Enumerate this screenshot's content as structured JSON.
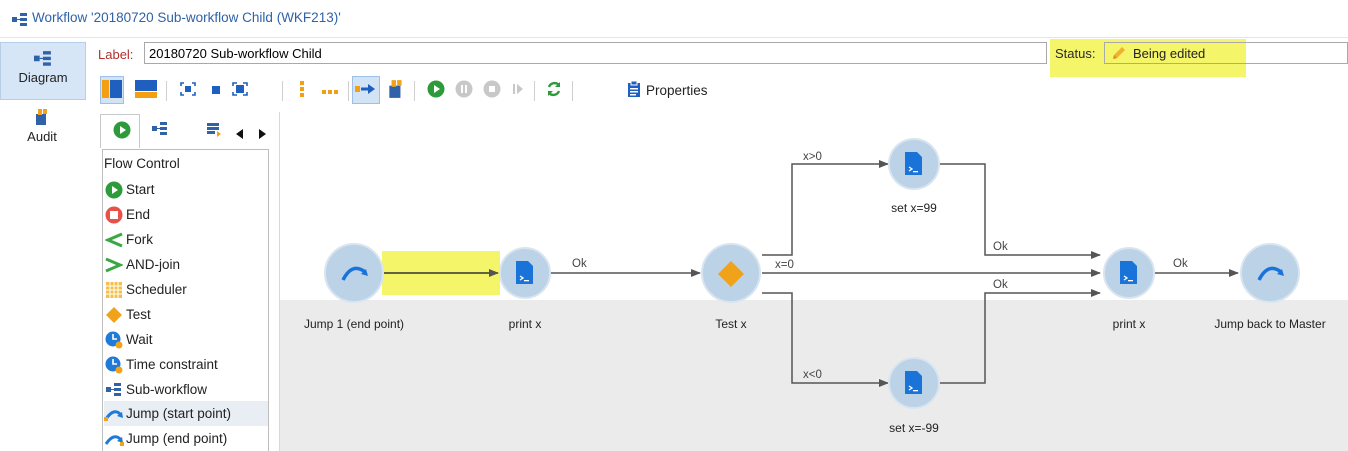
{
  "window": {
    "title": "Workflow '20180720 Sub-workflow Child (WKF213)'"
  },
  "nav": {
    "items": [
      {
        "label": "Diagram",
        "icon": "diagram-icon",
        "active": true
      },
      {
        "label": "Audit",
        "icon": "audit-icon",
        "active": false
      }
    ]
  },
  "form": {
    "label_caption": "Label:",
    "label_value": "20180720 Sub-workflow Child",
    "status_caption": "Status:",
    "status_value": "Being edited"
  },
  "toolbar": {
    "properties_label": "Properties",
    "buttons": [
      "panes-vertical-icon",
      "panes-horizontal-icon",
      "fit-zoom-icon",
      "small-zoom-icon",
      "fullscreen-icon",
      "vertical-dots-icon",
      "horizontal-dots-icon",
      "link-mode-icon",
      "shortcut-icon",
      "start-icon",
      "pause-icon",
      "stop-icon",
      "step-icon",
      "refresh-icon",
      "properties-icon"
    ]
  },
  "palette": {
    "tabs": [
      "flow-control-tab-icon",
      "sub-workflow-tab-icon",
      "targeting-tab-icon"
    ],
    "group_title": "Flow Control",
    "items": [
      {
        "label": "Start",
        "icon": "start-green-icon"
      },
      {
        "label": "End",
        "icon": "end-red-icon"
      },
      {
        "label": "Fork",
        "icon": "fork-icon"
      },
      {
        "label": "AND-join",
        "icon": "and-join-icon"
      },
      {
        "label": "Scheduler",
        "icon": "scheduler-icon"
      },
      {
        "label": "Test",
        "icon": "test-diamond-icon"
      },
      {
        "label": "Wait",
        "icon": "wait-icon"
      },
      {
        "label": "Time constraint",
        "icon": "time-constraint-icon"
      },
      {
        "label": "Sub-workflow",
        "icon": "sub-workflow-icon"
      },
      {
        "label": "Jump (start point)",
        "icon": "jump-start-icon"
      },
      {
        "label": "Jump (end point)",
        "icon": "jump-end-icon"
      }
    ]
  },
  "diagram": {
    "nodes": [
      {
        "id": "jump1",
        "label": "Jump 1 (end point)",
        "icon": "jump-icon"
      },
      {
        "id": "print1",
        "label": "print x",
        "icon": "script-icon"
      },
      {
        "id": "test",
        "label": "Test x",
        "icon": "test-diamond-icon"
      },
      {
        "id": "setpos",
        "label": "set x=99",
        "icon": "script-icon"
      },
      {
        "id": "setneg",
        "label": "set x=-99",
        "icon": "script-icon"
      },
      {
        "id": "print2",
        "label": "print x",
        "icon": "script-icon"
      },
      {
        "id": "jumpback",
        "label": "Jump back to Master",
        "icon": "jump-icon"
      }
    ],
    "edges": [
      {
        "label": "Ok"
      },
      {
        "label": "x>0"
      },
      {
        "label": "x=0"
      },
      {
        "label": "x<0"
      },
      {
        "label": "Ok"
      },
      {
        "label": "Ok"
      },
      {
        "label": "Ok"
      }
    ]
  },
  "colors": {
    "highlight": "#f5f56a",
    "node_fill": "#bcd2e6",
    "node_icon": "#1a73d9",
    "title_blue": "#2f62a8",
    "test_orange": "#f0a21a"
  }
}
